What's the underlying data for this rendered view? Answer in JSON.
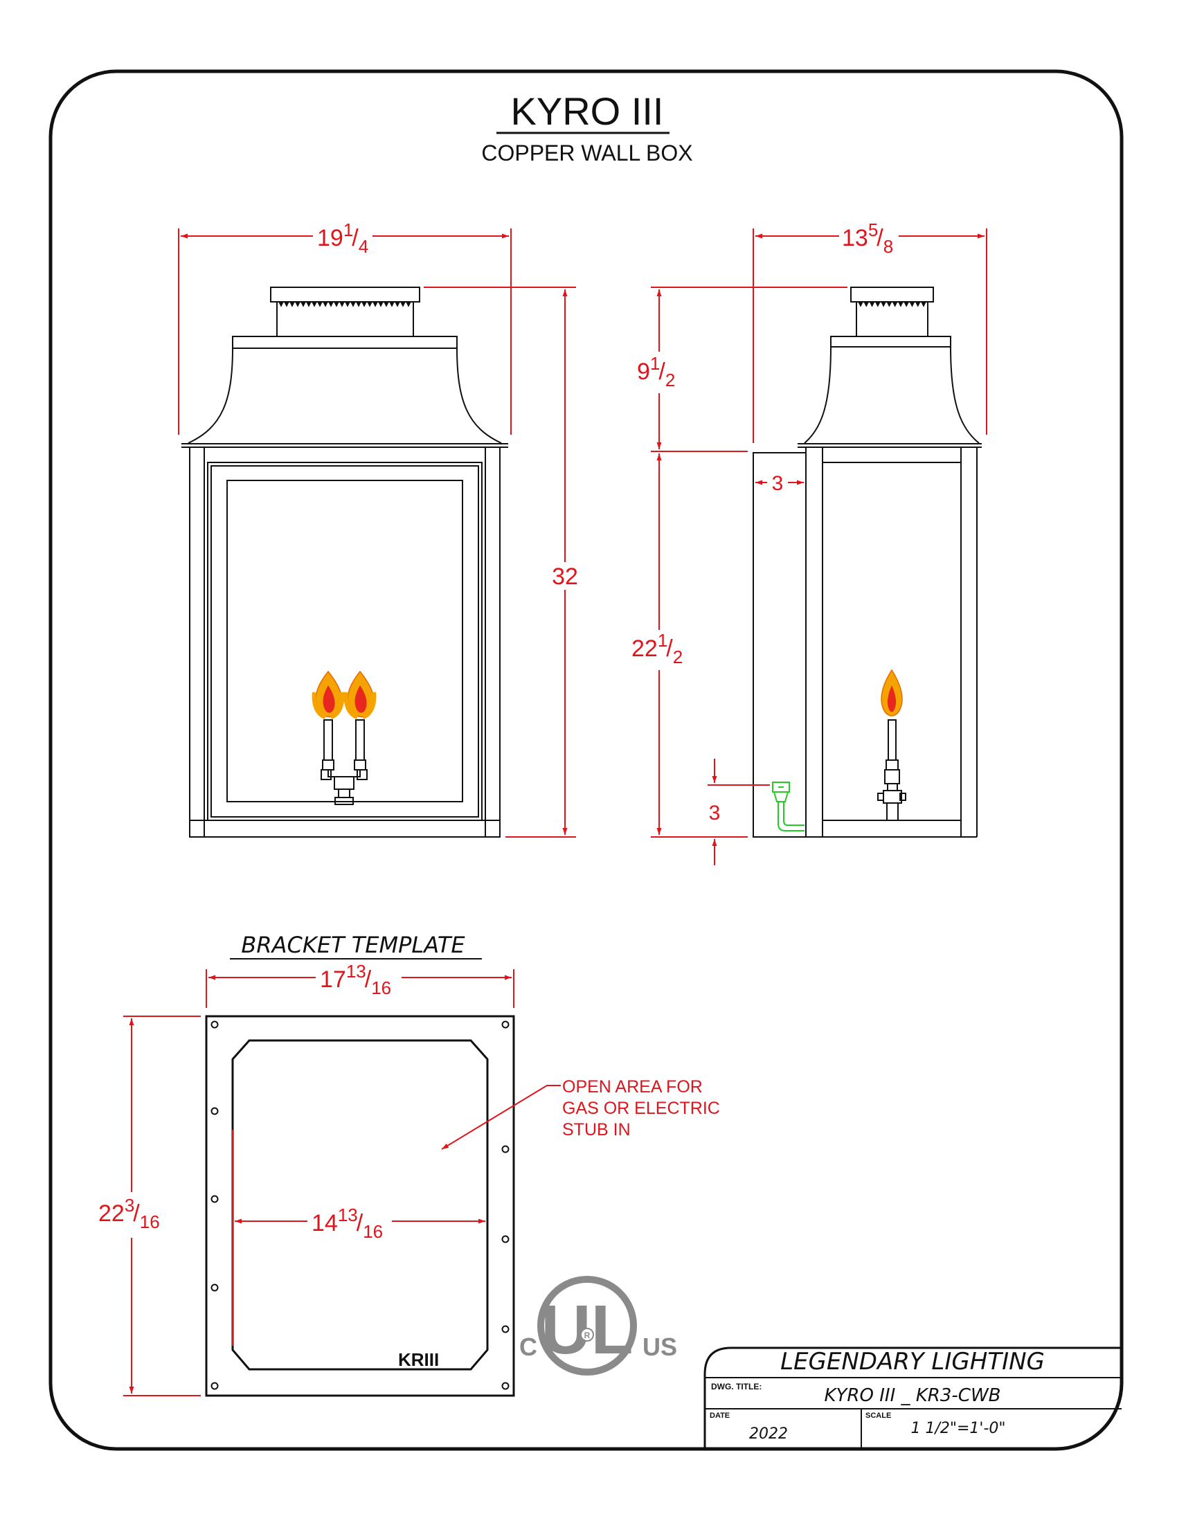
{
  "title": "KYRO III",
  "subtitle": "COPPER WALL BOX",
  "front_view": {
    "width_whole": "19",
    "width_frac_num": "1",
    "width_frac_den": "4",
    "height": "32"
  },
  "side_view": {
    "depth_whole": "13",
    "depth_frac_num": "5",
    "depth_frac_den": "8",
    "top_whole": "9",
    "top_frac_num": "1",
    "top_frac_den": "2",
    "body_whole": "22",
    "body_frac_num": "1",
    "body_frac_den": "2",
    "box_depth": "3",
    "stub_height": "3"
  },
  "bracket": {
    "heading": "BRACKET TEMPLATE",
    "width_whole": "17",
    "width_frac_num": "13",
    "width_frac_den": "16",
    "height_whole": "22",
    "height_frac_num": "3",
    "height_frac_den": "16",
    "inner_whole": "14",
    "inner_frac_num": "13",
    "inner_frac_den": "16",
    "note_lines": [
      "OPEN AREA FOR",
      "GAS OR ELECTRIC",
      "STUB IN"
    ],
    "stamp": "KRIII"
  },
  "ul_mark": {
    "letters": "UL",
    "left": "C",
    "right": "US",
    "registered": "R"
  },
  "title_block": {
    "company": "LEGENDARY LIGHTING",
    "dwg_title_label": "DWG. TITLE:",
    "dwg_title": "KYRO III _ KR3-CWB",
    "date_label": "DATE",
    "date": "2022",
    "scale_label": "SCALE",
    "scale": "1 1/2\"=1'-0\""
  },
  "colors": {
    "dimension": "#e0151c",
    "line": "#111111",
    "gas_line": "#22cc22",
    "flame_outer": "#f5a300",
    "flame_inner": "#e8281e",
    "ul_gray": "#8a8a8a"
  }
}
